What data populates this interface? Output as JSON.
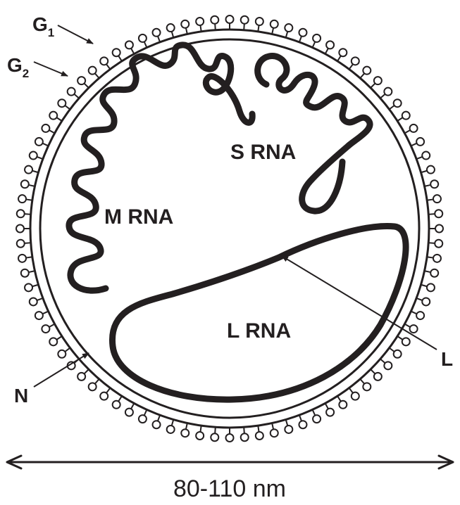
{
  "labels": {
    "g1": "G",
    "g1_sub": "1",
    "g2": "G",
    "g2_sub": "2",
    "s_rna": "S RNA",
    "m_rna": "M RNA",
    "l_rna": "L RNA",
    "l": "L",
    "n": "N",
    "size": "80-110 nm"
  },
  "colors": {
    "ink": "#231f20",
    "background": "#ffffff"
  }
}
